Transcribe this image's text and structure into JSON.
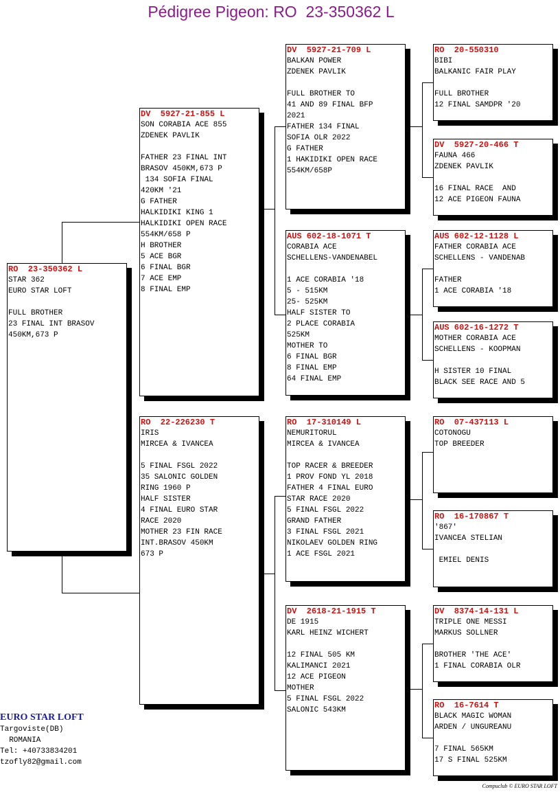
{
  "title": "Pédigree Pigeon: RO  23-350362 L",
  "pigeons": [
    {
      "ring": "RO  23-350362 L",
      "lines": [
        "STAR 362",
        "EURO STAR LOFT",
        "",
        "FULL BROTHER",
        "23 FINAL INT BRASOV",
        "450KM,673 P"
      ]
    },
    {
      "ring": "DV  5927-21-855 L",
      "lines": [
        "SON CORABIA ACE 855",
        "ZDENEK PAVLIK",
        "",
        "FATHER 23 FINAL INT",
        "BRASOV 450KM,673 P",
        " 134 SOFIA FINAL",
        "420KM '21",
        "G FATHER",
        "HALKIDIKI KING 1",
        "HALKIDIKI OPEN RACE",
        "554KM/658 P",
        "H BROTHER",
        "5 ACE BGR",
        "6 FINAL BGR",
        "7 ACE EMP",
        "8 FINAL EMP"
      ]
    },
    {
      "ring": "RO  22-226230 T",
      "lines": [
        "IRIS",
        "MIRCEA & IVANCEA",
        "",
        "5 FINAL FSGL 2022",
        "35 SALONIC GOLDEN",
        "RING 1960 P",
        "HALF SISTER",
        "4 FINAL EURO STAR",
        "RACE 2020",
        "MOTHER 23 FIN RACE",
        "INT.BRASOV 450KM",
        "673 P"
      ]
    },
    {
      "ring": "DV  5927-21-709 L",
      "lines": [
        "BALKAN POWER",
        "ZDENEK PAVLIK",
        "",
        "FULL BROTHER TO",
        "41 AND 89 FINAL BFP",
        "2021",
        "FATHER 134 FINAL",
        "SOFIA OLR 2022",
        "G FATHER",
        "1 HAKIDIKI OPEN RACE",
        "554KM/658P"
      ]
    },
    {
      "ring": "AUS 602-18-1071 T",
      "lines": [
        "CORABIA ACE",
        "SCHELLENS-VANDENABEL",
        "",
        "1 ACE CORABIA '18",
        "5 - 515KM",
        "25- 525KM",
        "HALF SISTER TO",
        "2 PLACE CORABIA",
        "525KM",
        "MOTHER TO",
        "6 FINAL BGR",
        "8 FINAL EMP",
        "64 FINAL EMP"
      ]
    },
    {
      "ring": "RO  17-310149 L",
      "lines": [
        "NEMURITORUL",
        "MIRCEA & IVANCEA",
        "",
        "TOP RACER & BREEDER",
        "1 PROV FOND YL 2018",
        "FATHER 4 FINAL EURO",
        "STAR RACE 2020",
        "5 FINAL FSGL 2022",
        "GRAND FATHER",
        "3 FINAL FSGL 2021",
        "NIKOLAEV GOLDEN RING",
        "1 ACE FSGL 2021"
      ]
    },
    {
      "ring": "DV  2618-21-1915 T",
      "lines": [
        "DE 1915",
        "KARL HEINZ WICHERT",
        "",
        "12 FINAL 505 KM",
        "KALIMANCI 2021",
        "12 ACE PIGEON",
        "MOTHER",
        "5 FINAL FSGL 2022",
        "SALONIC 543KM"
      ]
    },
    {
      "ring": "RO  20-550310",
      "lines": [
        "BIBI",
        "BALKANIC FAIR PLAY",
        "",
        "FULL BROTHER",
        "12 FINAL SAMDPR '20"
      ]
    },
    {
      "ring": "DV  5927-20-466 T",
      "lines": [
        "FAUNA 466",
        "ZDENEK PAVLIK",
        "",
        "16 FINAL RACE  AND",
        "12 ACE PIGEON FAUNA"
      ]
    },
    {
      "ring": "AUS 602-12-1128 L",
      "lines": [
        "FATHER CORABIA ACE",
        "SCHELLENS - VANDENAB",
        "",
        "FATHER",
        "1 ACE CORABIA '18"
      ]
    },
    {
      "ring": "AUS 602-16-1272 T",
      "lines": [
        "MOTHER CORABIA ACE",
        "SCHELLENS - KOOPMAN",
        "",
        "H SISTER 10 FINAL",
        "BLACK SEE RACE AND 5"
      ]
    },
    {
      "ring": "RO  07-437113 L",
      "lines": [
        "COTONOGU",
        "TOP BREEDER"
      ]
    },
    {
      "ring": "RO  16-170867 T",
      "lines": [
        "'867'",
        "IVANCEA STELIAN",
        "",
        " EMIEL DENIS"
      ]
    },
    {
      "ring": "DV  8374-14-131 L",
      "lines": [
        "TRIPLE ONE MESSI",
        "MARKUS SOLLNER",
        "",
        "BROTHER 'THE ACE'",
        "1 FINAL CORABIA OLR"
      ]
    },
    {
      "ring": "RO  16-7614 T",
      "lines": [
        "BLACK MAGIC WOMAN",
        "ARDEN / UNGUREANU",
        "",
        "7 FINAL 565KM",
        "17 S FINAL 525KM"
      ]
    }
  ],
  "owner": {
    "name": "EURO STAR LOFT",
    "lines": [
      "Targoviste(DB)",
      "  ROMANIA",
      "Tel: +40733834201",
      "tzofly82@gmail.com"
    ]
  },
  "footer": "Compuclub © EURO STAR LOFT"
}
